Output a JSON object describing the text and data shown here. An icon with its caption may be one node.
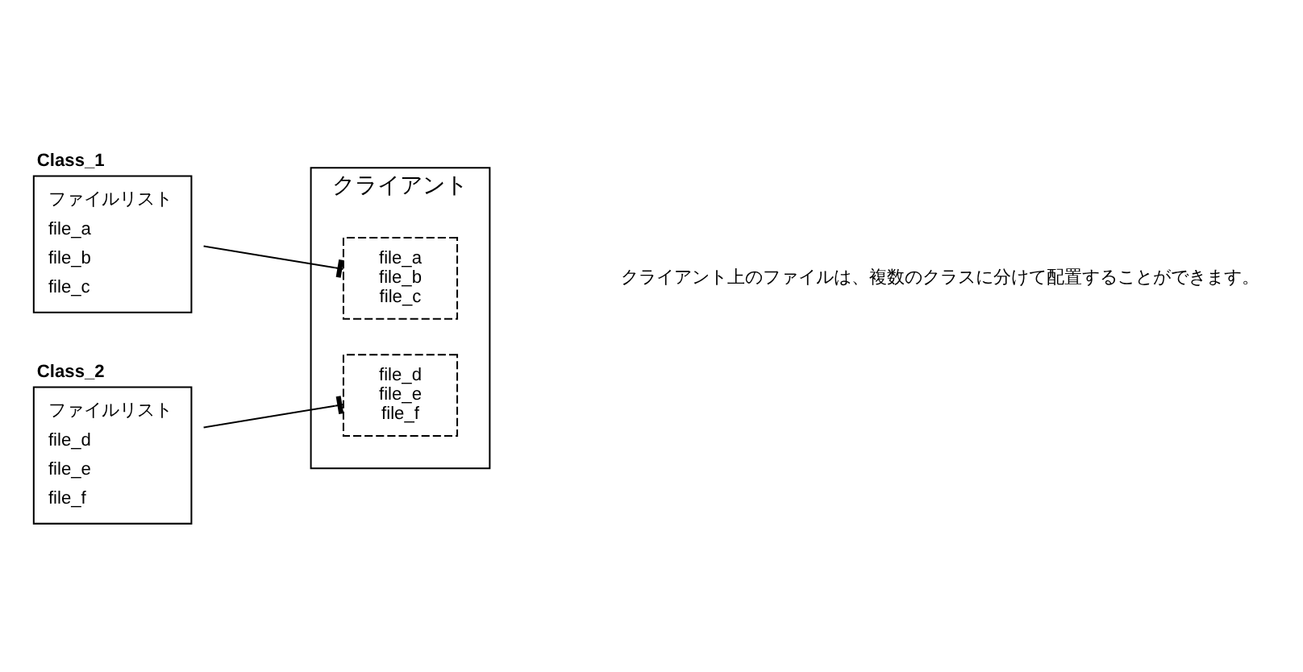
{
  "diagram": {
    "nodes": [
      {
        "text": [
          "Class_1",
          "ファイルリスト",
          "file_a",
          "file_b",
          "file_c"
        ]
      },
      {
        "text": [
          "Class_2",
          "ファイルリスト",
          "file_d",
          "file_e",
          "file_f"
        ]
      },
      {
        "text": [
          "クライアント"
        ]
      },
      {
        "text": [
          "file_a",
          "file_b",
          "file_c"
        ],
        "in": 2
      },
      {
        "text": [
          "file_d",
          "file_e",
          "file_f"
        ],
        "in": 2
      }
    ],
    "edges": [
      {
        "from": 0,
        "to": 3,
        "arrow": "other"
      },
      {
        "from": 1,
        "to": 4,
        "arrow": "other"
      }
    ],
    "labels": [
      "クライアント上のファイルは、複数のクラスに分けて配置することができます。"
    ]
  }
}
